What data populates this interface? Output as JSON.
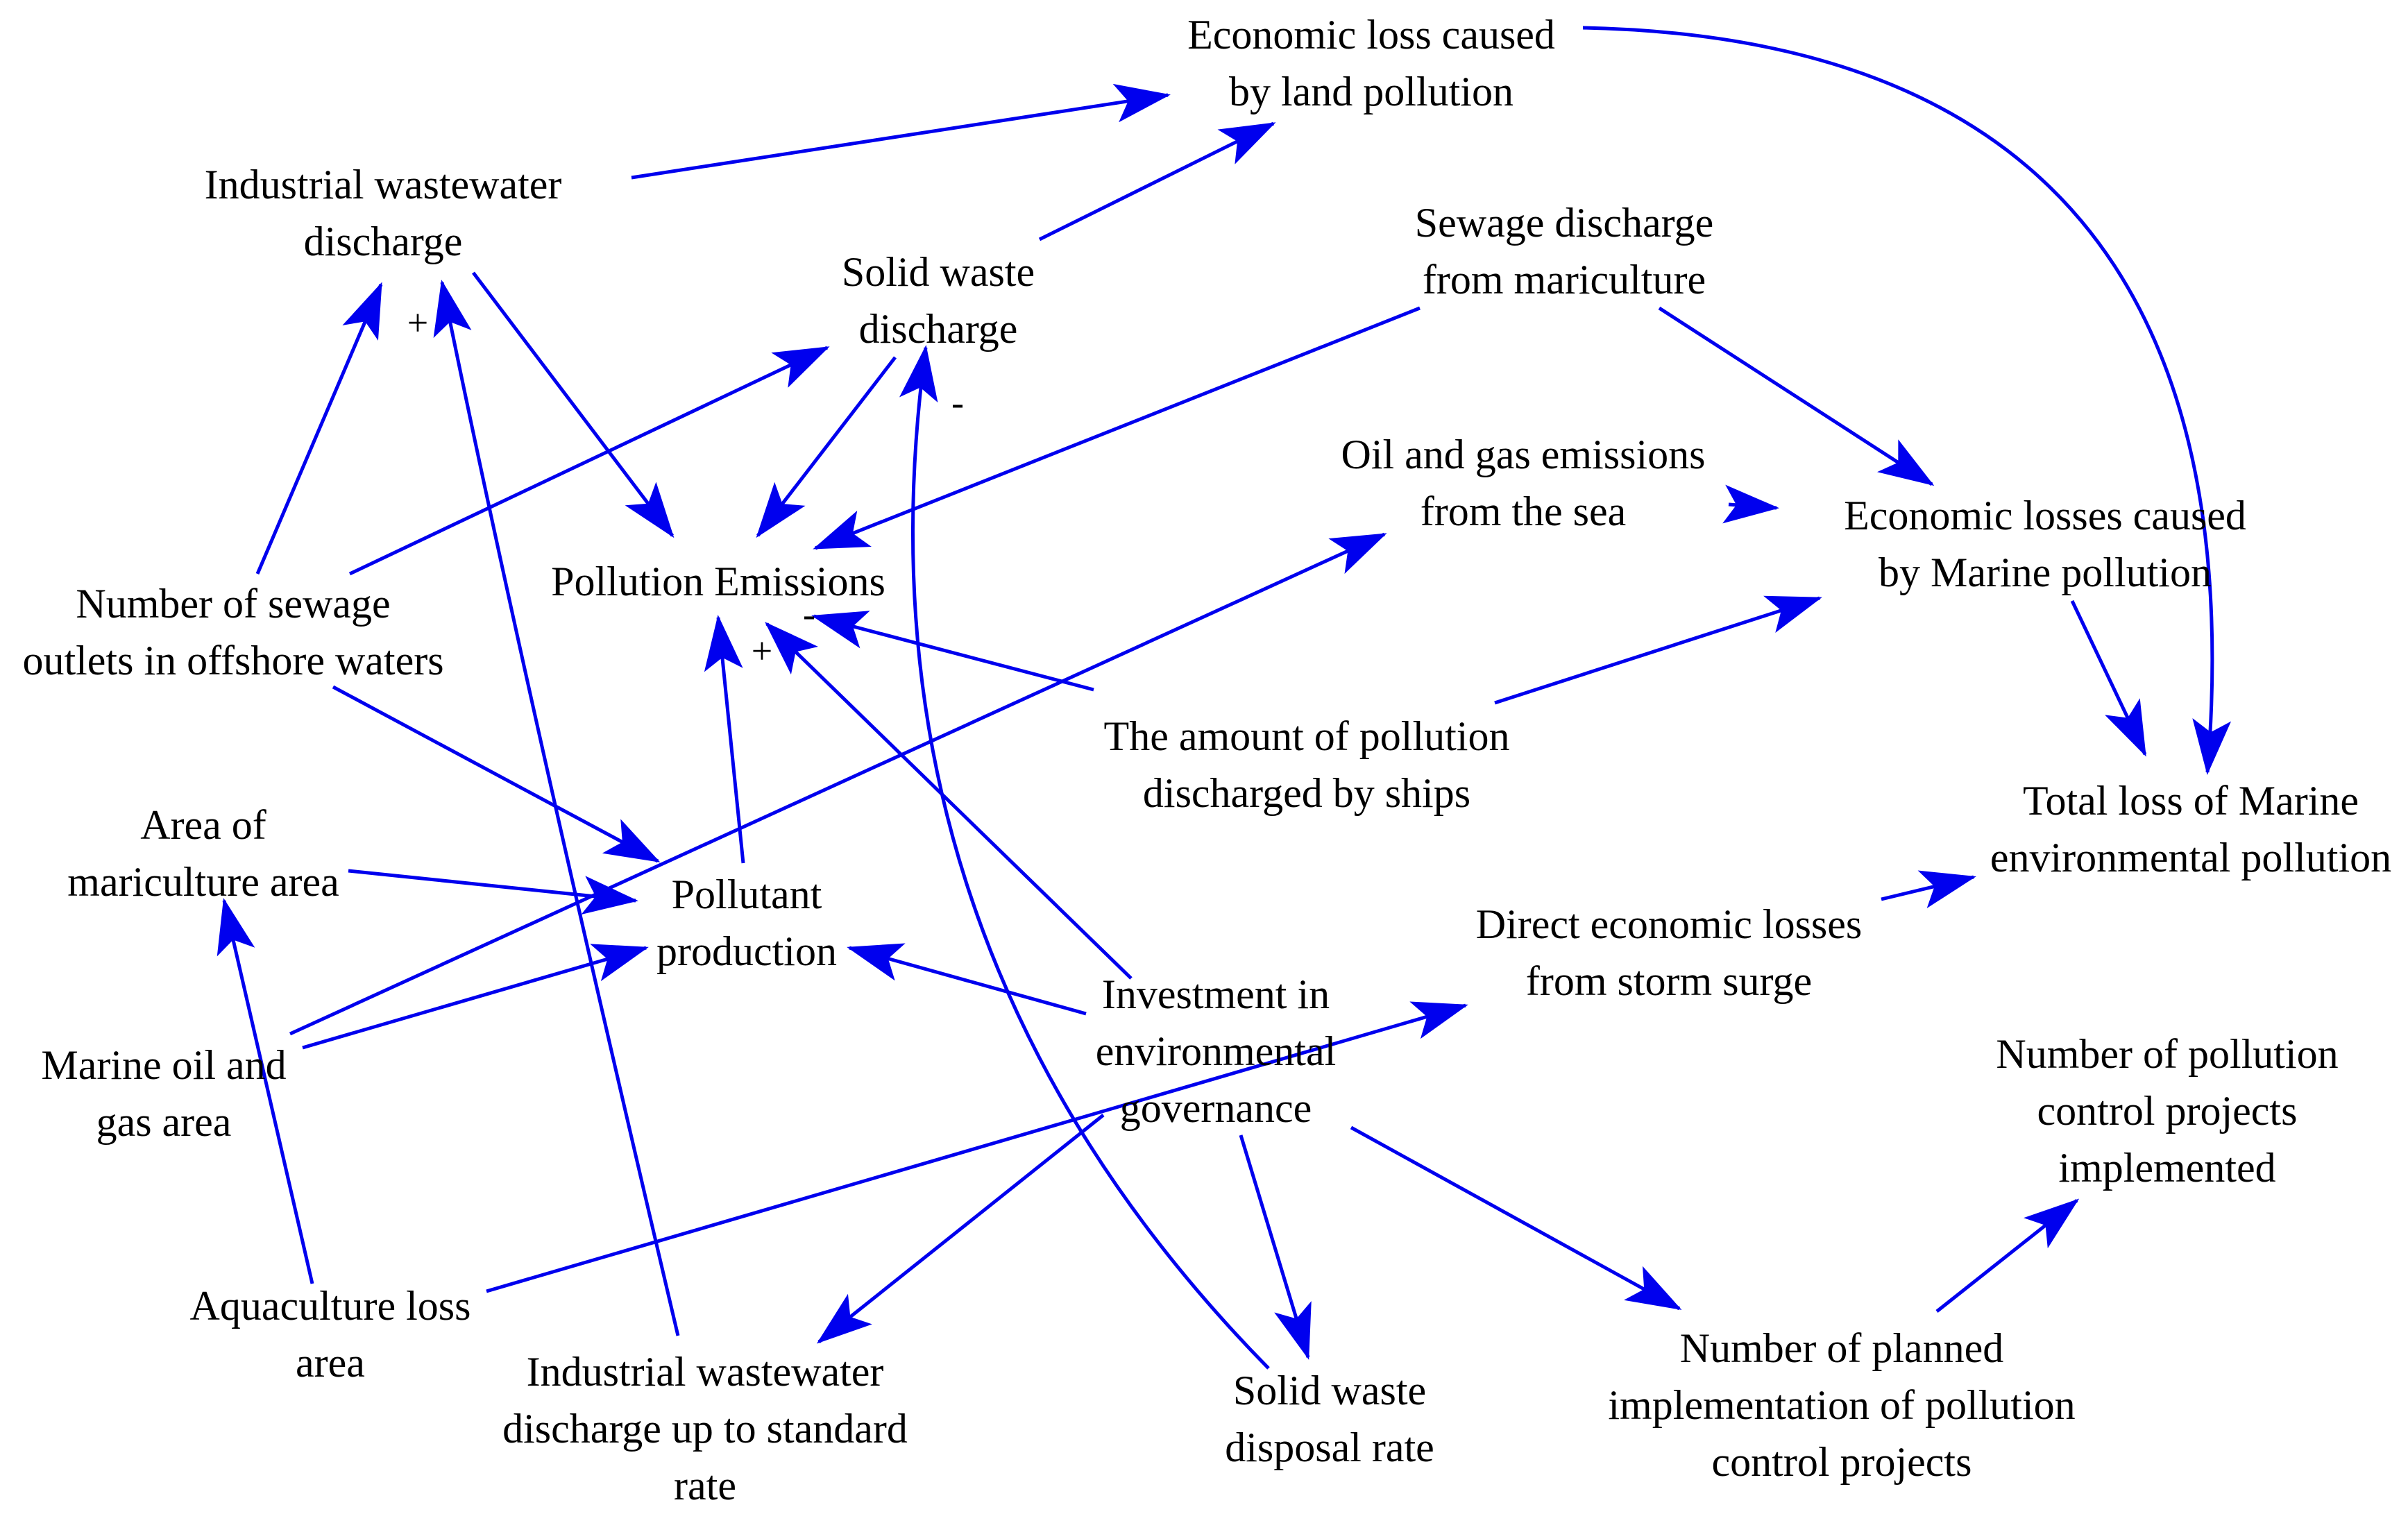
{
  "colors": {
    "arrow": "#0000ee",
    "text": "#000000",
    "background": "#ffffff"
  },
  "nodes": [
    {
      "id": "econ_land",
      "lines": [
        "Economic loss caused",
        "by land pollution"
      ]
    },
    {
      "id": "ind_ww",
      "lines": [
        "Industrial wastewater",
        "discharge"
      ]
    },
    {
      "id": "solid_waste",
      "lines": [
        "Solid waste",
        "discharge"
      ]
    },
    {
      "id": "sewage_mari",
      "lines": [
        "Sewage discharge",
        "from mariculture"
      ]
    },
    {
      "id": "oil_gas_em",
      "lines": [
        "Oil and gas emissions",
        "from the sea"
      ]
    },
    {
      "id": "econ_marine",
      "lines": [
        "Economic losses caused",
        "by Marine pollution"
      ]
    },
    {
      "id": "num_sewage",
      "lines": [
        "Number of sewage",
        "outlets in offshore waters"
      ]
    },
    {
      "id": "poll_em",
      "lines": [
        "Pollution Emissions"
      ]
    },
    {
      "id": "ships",
      "lines": [
        "The amount of pollution",
        "discharged by ships"
      ]
    },
    {
      "id": "total_loss",
      "lines": [
        "Total loss of Marine",
        "environmental pollution"
      ]
    },
    {
      "id": "area_mari",
      "lines": [
        "Area of",
        "mariculture area"
      ]
    },
    {
      "id": "poll_prod",
      "lines": [
        "Pollutant",
        "production"
      ]
    },
    {
      "id": "storm",
      "lines": [
        "Direct economic losses",
        "from storm surge"
      ]
    },
    {
      "id": "invest",
      "lines": [
        "Investment in",
        "environmental",
        "governance"
      ]
    },
    {
      "id": "oil_area",
      "lines": [
        "Marine oil and",
        "gas area"
      ]
    },
    {
      "id": "num_projects",
      "lines": [
        "Number of pollution",
        "control projects",
        "implemented"
      ]
    },
    {
      "id": "aqua_loss",
      "lines": [
        "Aquaculture loss",
        "area"
      ]
    },
    {
      "id": "ind_rate",
      "lines": [
        "Industrial wastewater",
        "discharge up to standard",
        "rate"
      ]
    },
    {
      "id": "sw_rate",
      "lines": [
        "Solid waste",
        "disposal rate"
      ]
    },
    {
      "id": "planned",
      "lines": [
        "Number of planned",
        "implementation of pollution",
        "control projects"
      ]
    }
  ],
  "links": [
    {
      "from": "ind_ww",
      "to": "econ_land"
    },
    {
      "from": "solid_waste",
      "to": "econ_land"
    },
    {
      "from": "econ_land",
      "to": "total_loss"
    },
    {
      "from": "ind_ww",
      "to": "poll_em"
    },
    {
      "from": "solid_waste",
      "to": "poll_em"
    },
    {
      "from": "sewage_mari",
      "to": "poll_em"
    },
    {
      "from": "sewage_mari",
      "to": "econ_marine"
    },
    {
      "from": "oil_gas_em",
      "to": "econ_marine"
    },
    {
      "from": "num_sewage",
      "to": "ind_ww"
    },
    {
      "from": "num_sewage",
      "to": "solid_waste"
    },
    {
      "from": "num_sewage",
      "to": "poll_prod"
    },
    {
      "from": "ships",
      "to": "poll_em"
    },
    {
      "from": "ships",
      "to": "econ_marine"
    },
    {
      "from": "econ_marine",
      "to": "total_loss"
    },
    {
      "from": "poll_prod",
      "to": "poll_em"
    },
    {
      "from": "area_mari",
      "to": "poll_prod"
    },
    {
      "from": "oil_area",
      "to": "poll_prod"
    },
    {
      "from": "oil_area",
      "to": "oil_gas_em"
    },
    {
      "from": "invest",
      "to": "poll_prod"
    },
    {
      "from": "invest",
      "to": "poll_em"
    },
    {
      "from": "invest",
      "to": "ind_rate"
    },
    {
      "from": "invest",
      "to": "sw_rate"
    },
    {
      "from": "invest",
      "to": "planned"
    },
    {
      "from": "planned",
      "to": "num_projects"
    },
    {
      "from": "aqua_loss",
      "to": "area_mari"
    },
    {
      "from": "aqua_loss",
      "to": "storm"
    },
    {
      "from": "storm",
      "to": "total_loss"
    },
    {
      "from": "ind_rate",
      "to": "ind_ww"
    },
    {
      "from": "sw_rate",
      "to": "solid_waste"
    }
  ],
  "polarities": [
    "+",
    "-",
    "-",
    "+"
  ]
}
